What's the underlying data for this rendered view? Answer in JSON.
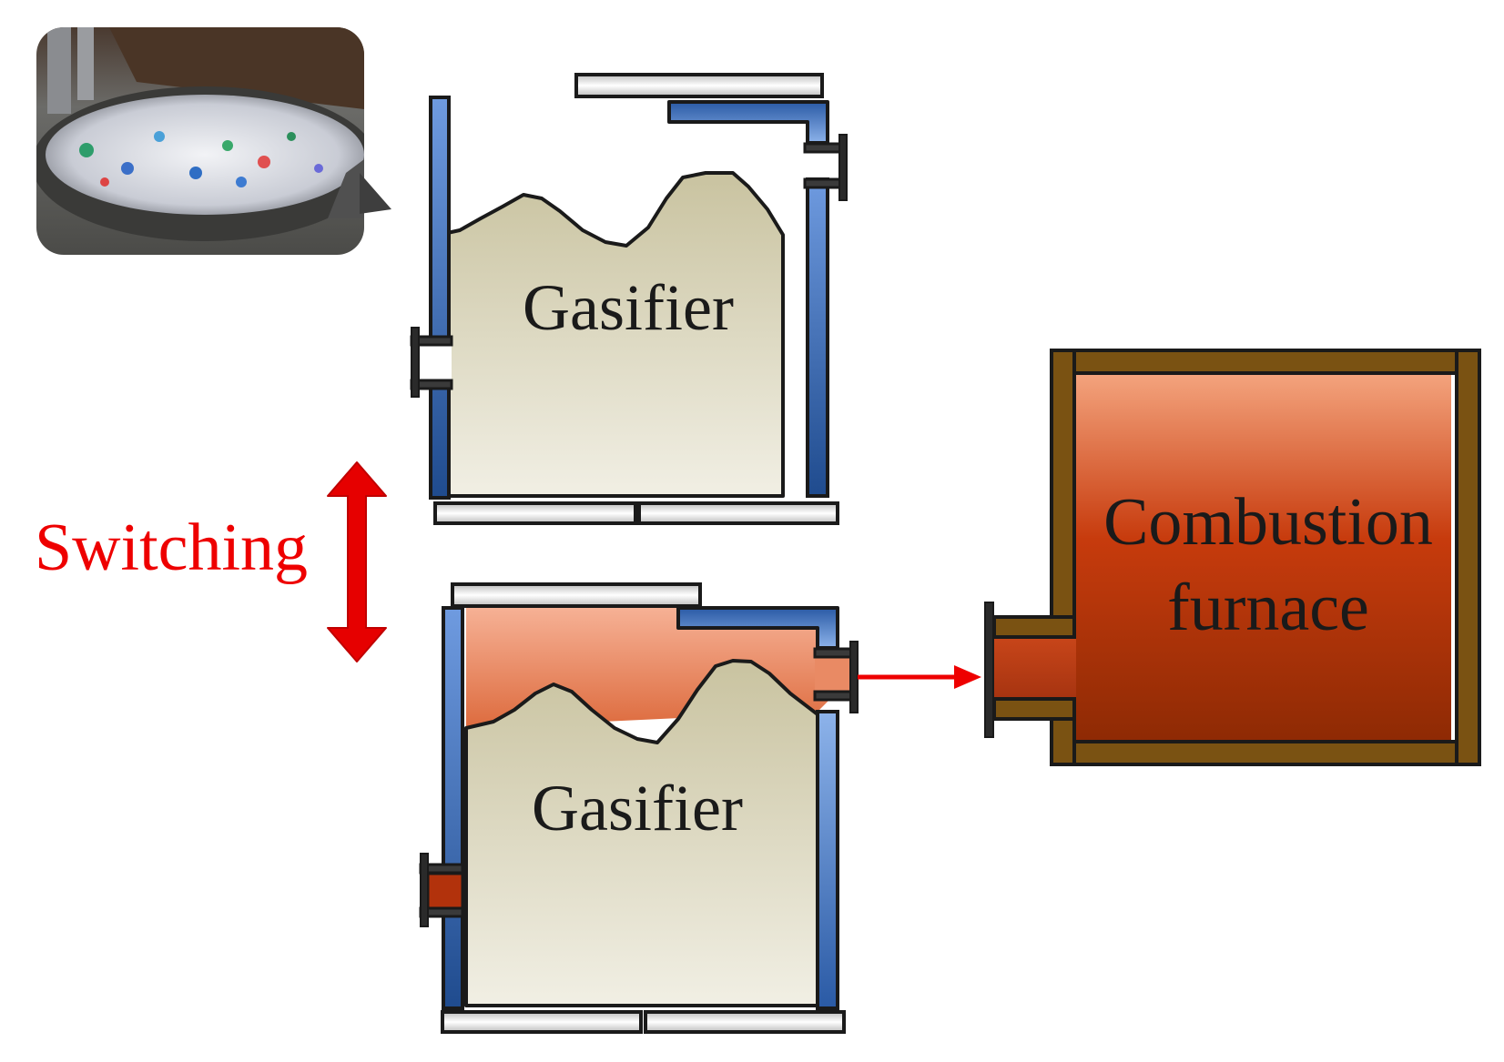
{
  "diagram": {
    "photo": {
      "icon": "waste-pile-photo"
    },
    "gasifier_top": {
      "label": "Gasifier"
    },
    "gasifier_bottom": {
      "label": "Gasifier"
    },
    "switching": {
      "label": "Switching",
      "color": "#ee0000",
      "icon": "double-headed-arrow"
    },
    "furnace": {
      "label_line1": "Combustion",
      "label_line2": "furnace"
    },
    "flow_arrow": {
      "color": "#ee0000",
      "icon": "right-arrow"
    },
    "colors": {
      "wall_blue": "#4a78c0",
      "waste_fill": "#d8d3b8",
      "gas_fill": "#e98a64",
      "furnace_wall": "#7a5212",
      "furnace_fill": "#c23e12",
      "lid_grey": "#d0d0d0",
      "outline": "#1a1a1a"
    }
  }
}
